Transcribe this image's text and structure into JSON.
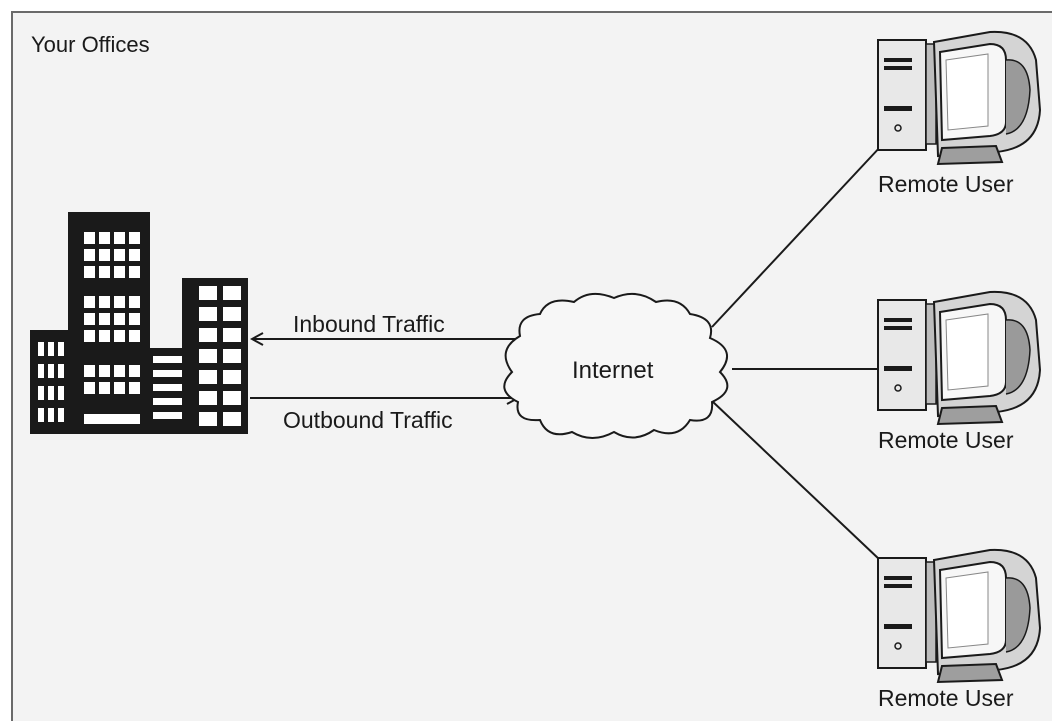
{
  "diagram": {
    "title": "Your Offices",
    "cloud_label": "Internet",
    "inbound_label": "Inbound Traffic",
    "outbound_label": "Outbound Traffic",
    "remote_users": [
      {
        "label": "Remote User"
      },
      {
        "label": "Remote User"
      },
      {
        "label": "Remote User"
      }
    ],
    "colors": {
      "background": "#f3f3f3",
      "border": "#6a6a6a",
      "ink": "#1a1a1a",
      "computer_fill": "#e6e6e6"
    },
    "icons": [
      "office-building-icon",
      "internet-cloud-icon",
      "desktop-computer-icon"
    ]
  }
}
